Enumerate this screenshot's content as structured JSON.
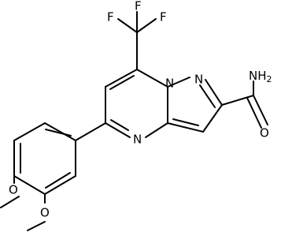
{
  "structure": {
    "atoms": {
      "F1": "F",
      "F2": "F",
      "F3": "F",
      "N_ring_top": "N",
      "N_ring_middle": "N",
      "N_ring_lower": "N",
      "amide_NH2": "NH",
      "amide_NH2_subscript": "2",
      "amide_O": "O",
      "methoxy_O1": "O",
      "methoxy_O2": "O"
    },
    "colors": {
      "bond": "#000000",
      "label": "#000000",
      "background": "#ffffff"
    }
  }
}
